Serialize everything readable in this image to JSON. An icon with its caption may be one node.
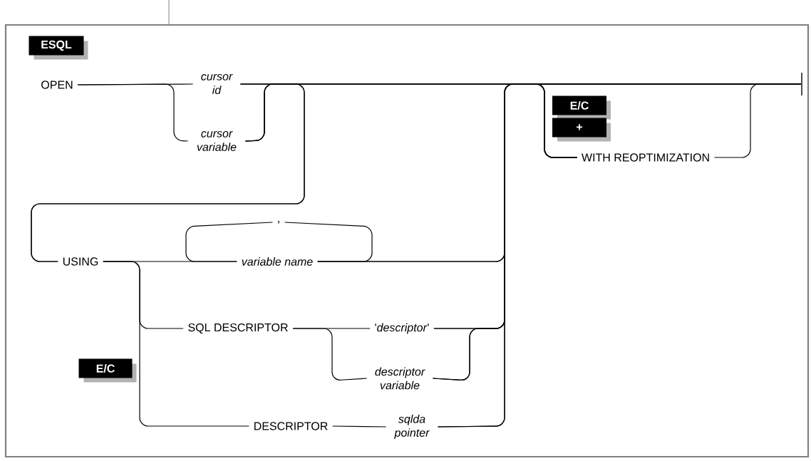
{
  "diagram": {
    "nodes": [
      {
        "text": [
          "ESQL"
        ]
      },
      {
        "text": [
          "OPEN"
        ]
      },
      {
        "text": [
          "cursor id"
        ]
      },
      {
        "text": [],
        "shape": "bar"
      },
      {
        "text": [
          "E/C"
        ]
      },
      {
        "text": [
          "+"
        ]
      },
      {
        "text": [
          "cursor variable"
        ]
      },
      {
        "text": [
          "WITH REOPTIMIZATION"
        ]
      },
      {
        "text": [
          ","
        ]
      },
      {
        "text": [
          "USING"
        ]
      },
      {
        "text": [
          "variable name"
        ]
      },
      {
        "text": [
          "SQL DESCRIPTOR"
        ]
      },
      {
        "text": [
          "'*descriptor*'"
        ]
      },
      {
        "text": [
          "E/C"
        ]
      },
      {
        "text": [
          "descriptor variable"
        ]
      },
      {
        "text": [
          "DESCRIPTOR"
        ]
      },
      {
        "text": [
          "sqlda pointer"
        ]
      }
    ],
    "edges": [
      {
        "from": 1,
        "to": 2,
        "arrow": "none"
      },
      {
        "from": 1,
        "to": 6,
        "arrow": "none"
      },
      {
        "from": 2,
        "to": 9,
        "arrow": "none"
      },
      {
        "from": 6,
        "to": 9,
        "arrow": "none"
      },
      {
        "from": 2,
        "to": 7,
        "arrow": "none"
      },
      {
        "from": 6,
        "to": 7,
        "arrow": "none"
      },
      {
        "from": 2,
        "to": 3,
        "arrow": "none"
      },
      {
        "from": 6,
        "to": 3,
        "arrow": "none"
      },
      {
        "from": 9,
        "to": 10,
        "arrow": "none"
      },
      {
        "from": 10,
        "to": 8,
        "arrow": "none"
      },
      {
        "from": 8,
        "to": 10,
        "arrow": "none"
      },
      {
        "from": 9,
        "to": 11,
        "arrow": "none"
      },
      {
        "from": 9,
        "to": 15,
        "arrow": "none"
      },
      {
        "from": 11,
        "to": 12,
        "arrow": "none"
      },
      {
        "from": 11,
        "to": 14,
        "arrow": "none"
      },
      {
        "from": 15,
        "to": 16,
        "arrow": "none"
      },
      {
        "from": 10,
        "to": 7,
        "arrow": "none"
      },
      {
        "from": 10,
        "to": 3,
        "arrow": "none"
      },
      {
        "from": 12,
        "to": 7,
        "arrow": "none"
      },
      {
        "from": 12,
        "to": 3,
        "arrow": "none"
      },
      {
        "from": 14,
        "to": 7,
        "arrow": "none"
      },
      {
        "from": 14,
        "to": 3,
        "arrow": "none"
      },
      {
        "from": 16,
        "to": 7,
        "arrow": "none"
      },
      {
        "from": 16,
        "to": 3,
        "arrow": "none"
      },
      {
        "from": 7,
        "to": 3,
        "arrow": "none"
      }
    ]
  }
}
